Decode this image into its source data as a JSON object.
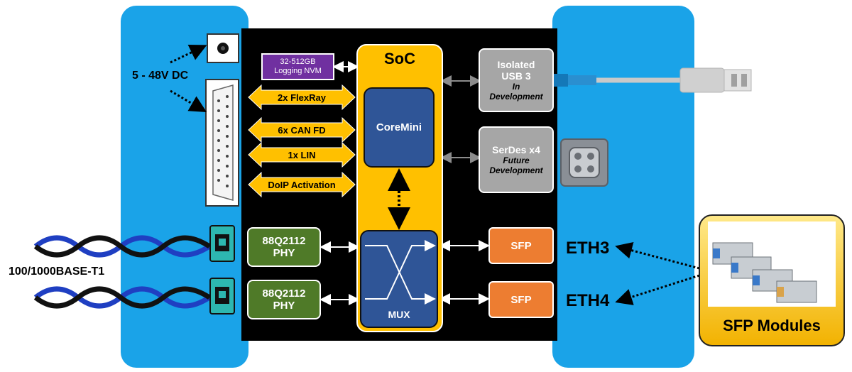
{
  "power": {
    "label": "5 - 48V DC"
  },
  "storage": {
    "line1": "32-512GB",
    "line2": "Logging NVM"
  },
  "buses": [
    {
      "label": "2x FlexRay"
    },
    {
      "label": "6x CAN FD"
    },
    {
      "label": "1x LIN"
    },
    {
      "label": "DoIP Activation"
    }
  ],
  "soc": {
    "title": "SoC",
    "core": "CoreMini",
    "mux": "MUX"
  },
  "usb": {
    "line1": "Isolated",
    "line2": "USB 3",
    "line3": "In",
    "line4": "Development"
  },
  "serdes": {
    "line1": "SerDes x4",
    "line2": "Future",
    "line3": "Development"
  },
  "phy": [
    {
      "line1": "88Q2112",
      "line2": "PHY"
    },
    {
      "line1": "88Q2112",
      "line2": "PHY"
    }
  ],
  "sfp": [
    {
      "label": "SFP"
    },
    {
      "label": "SFP"
    }
  ],
  "eth": [
    {
      "label": "ETH3"
    },
    {
      "label": "ETH4"
    }
  ],
  "t1_label": "100/1000BASE-T1",
  "sfp_modules": {
    "label": "SFP Modules"
  },
  "colors": {
    "panel": "#1aa3e8",
    "core": "#000000",
    "soc": "#ffc000",
    "bus_arrow": "#ffc000",
    "coremini": "#2f5597",
    "phy": "#4f7a28",
    "sfp": "#ed7d31",
    "nvm": "#7030a0",
    "future": "#a6a6a6"
  }
}
